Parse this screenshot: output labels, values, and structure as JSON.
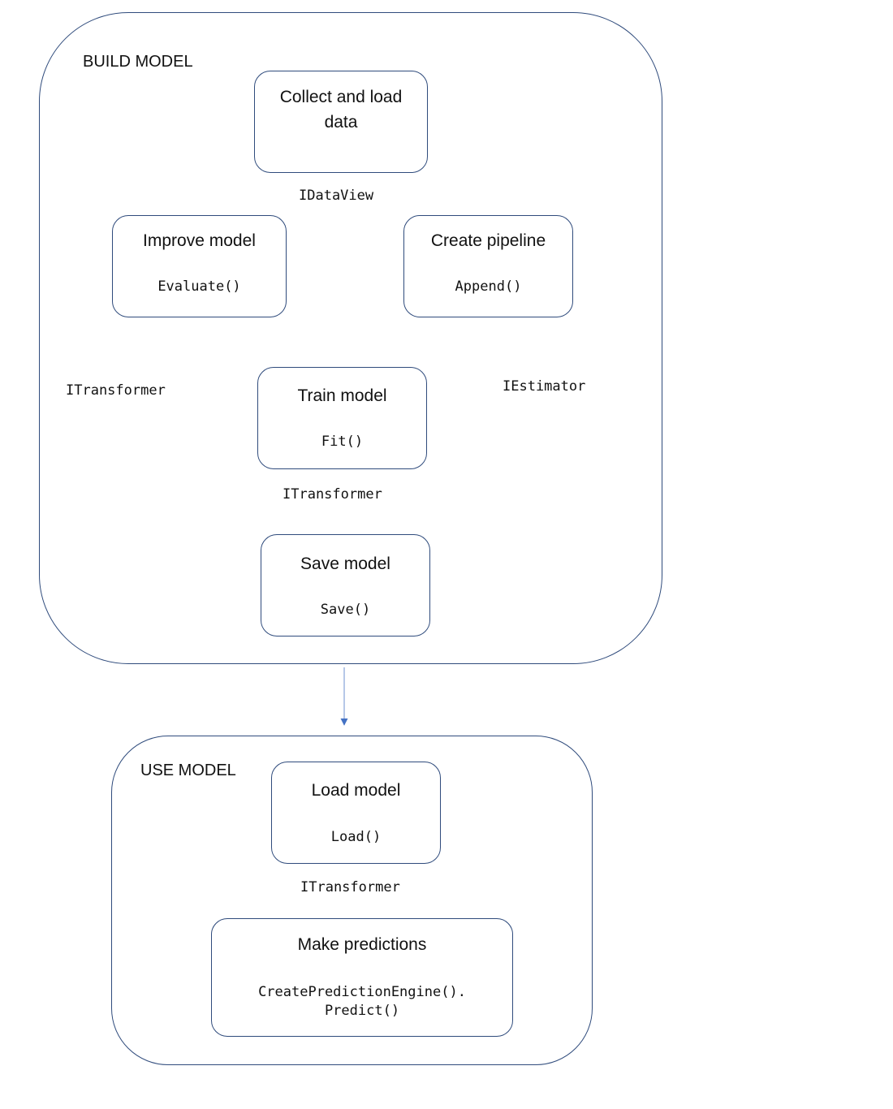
{
  "build_group": {
    "label": "BUILD MODEL"
  },
  "use_group": {
    "label": "USE MODEL"
  },
  "nodes": {
    "collect": {
      "title": "Collect and load data",
      "method": ""
    },
    "improve": {
      "title": "Improve model",
      "method": "Evaluate()"
    },
    "pipeline": {
      "title": "Create pipeline",
      "method": "Append()"
    },
    "train": {
      "title": "Train model",
      "method": "Fit()"
    },
    "save": {
      "title": "Save model",
      "method": "Save()"
    },
    "load": {
      "title": "Load model",
      "method": "Load()"
    },
    "predict": {
      "title": "Make predictions",
      "method": "CreatePredictionEngine().\nPredict()"
    }
  },
  "edge_labels": {
    "idataview": "IDataView",
    "iestimator": "IEstimator",
    "itransformer_left": "ITransformer",
    "itransformer_save": "ITransformer",
    "itransformer_use": "ITransformer"
  },
  "colors": {
    "border": "#2f4b7c",
    "arrow": "#4472c4",
    "arrow_line": "#8faadc",
    "text": "#111111"
  }
}
